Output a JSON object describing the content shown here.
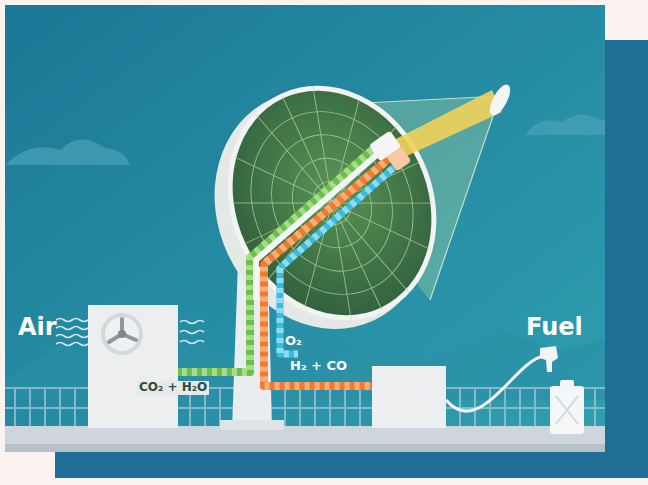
{
  "diagram": {
    "labels": [
      "Air",
      "CO₂ + H₂O",
      "O₂",
      "H₂ + CO",
      "Fuel"
    ]
  }
}
